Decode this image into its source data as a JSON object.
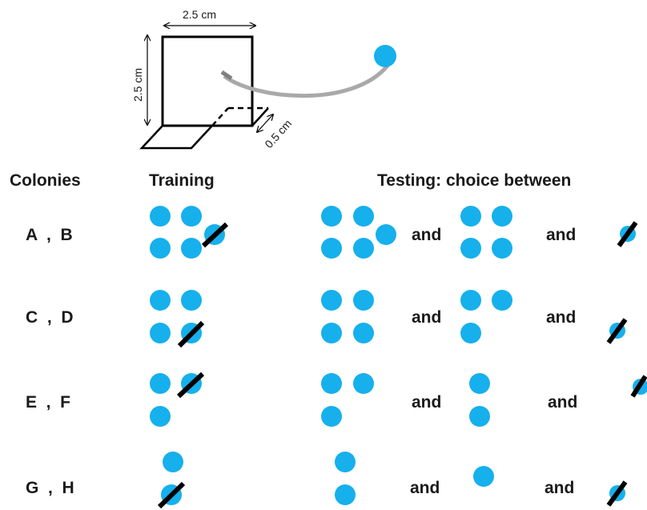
{
  "apparatus": {
    "width_label": "2.5 cm",
    "height_label": "2.5 cm",
    "depth_label": "0.5 cm"
  },
  "headers": {
    "colonies": "Colonies",
    "training": "Training",
    "testing": "Testing: choice between"
  },
  "connector": "and",
  "rows": [
    {
      "colonies": "A  ,  B"
    },
    {
      "colonies": "C  ,  D"
    },
    {
      "colonies": "E  ,  F"
    },
    {
      "colonies": "G  ,  H"
    }
  ],
  "colors": {
    "dot": "#16b0ec",
    "slash": "#000000"
  }
}
